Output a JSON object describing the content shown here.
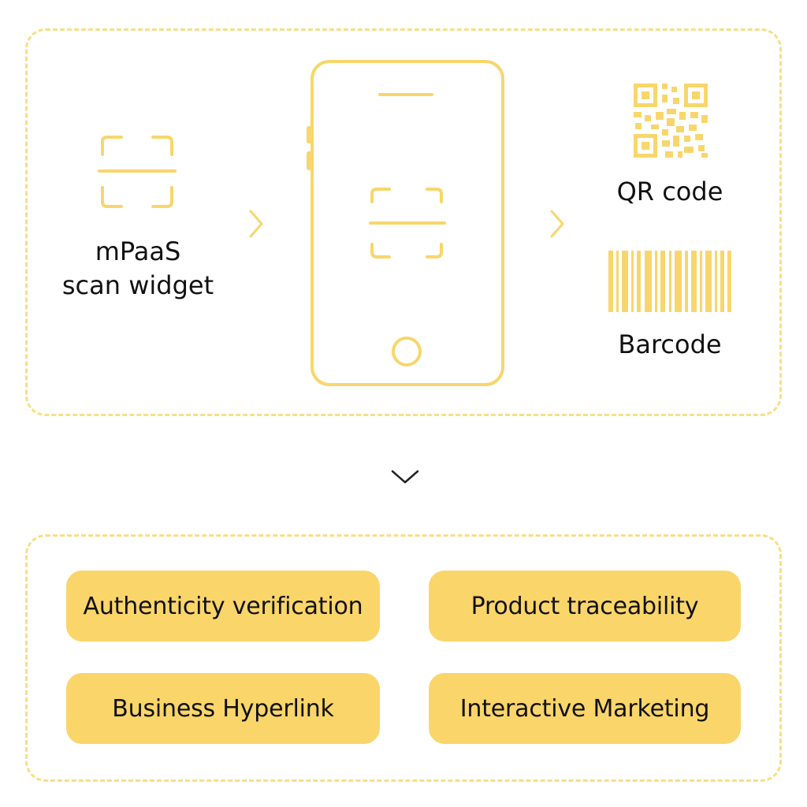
{
  "colors": {
    "accent": "#f8d66c",
    "dashed_border": "#f8df86",
    "pill_fill": "#fad56a",
    "text": "#111111"
  },
  "source": {
    "label_line1": "mPaaS",
    "label_line2": "scan widget",
    "icon": "scan-frame-icon"
  },
  "device": {
    "icon": "smartphone-icon",
    "screen_icon": "scan-frame-icon"
  },
  "outputs": {
    "qr_label": "QR code",
    "qr_icon": "qr-code-icon",
    "barcode_label": "Barcode",
    "barcode_icon": "barcode-icon"
  },
  "connectors": [
    "chevron-right-icon",
    "chevron-right-icon",
    "chevron-down-icon"
  ],
  "use_cases": [
    "Authenticity verification",
    "Product traceability",
    "Business Hyperlink",
    "Interactive Marketing"
  ]
}
